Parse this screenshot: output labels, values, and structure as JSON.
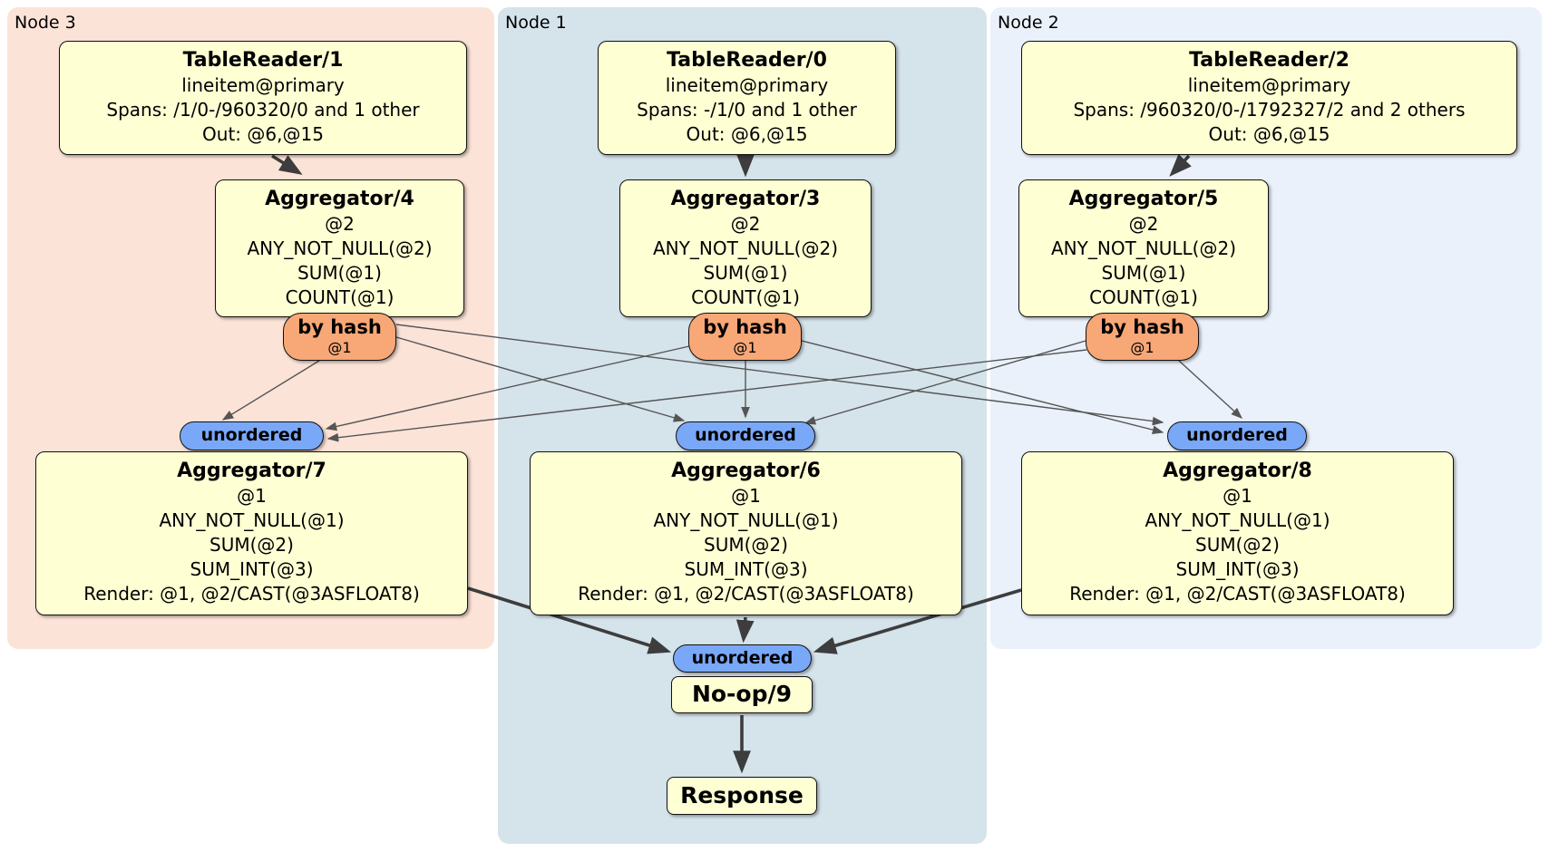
{
  "panels": {
    "node3": {
      "label": "Node 3"
    },
    "node1": {
      "label": "Node 1"
    },
    "node2": {
      "label": "Node 2"
    }
  },
  "processors": {
    "tr1": {
      "title": "TableReader/1",
      "lines": [
        "lineitem@primary",
        "Spans: /1/0-/960320/0 and 1 other",
        "Out: @6,@15"
      ]
    },
    "tr0": {
      "title": "TableReader/0",
      "lines": [
        "lineitem@primary",
        "Spans: -/1/0 and 1 other",
        "Out: @6,@15"
      ]
    },
    "tr2": {
      "title": "TableReader/2",
      "lines": [
        "lineitem@primary",
        "Spans: /960320/0-/1792327/2 and 2 others",
        "Out: @6,@15"
      ]
    },
    "agg4": {
      "title": "Aggregator/4",
      "lines": [
        "@2",
        "ANY_NOT_NULL(@2)",
        "SUM(@1)",
        "COUNT(@1)"
      ]
    },
    "agg3": {
      "title": "Aggregator/3",
      "lines": [
        "@2",
        "ANY_NOT_NULL(@2)",
        "SUM(@1)",
        "COUNT(@1)"
      ]
    },
    "agg5": {
      "title": "Aggregator/5",
      "lines": [
        "@2",
        "ANY_NOT_NULL(@2)",
        "SUM(@1)",
        "COUNT(@1)"
      ]
    },
    "agg7": {
      "title": "Aggregator/7",
      "lines": [
        "@1",
        "ANY_NOT_NULL(@1)",
        "SUM(@2)",
        "SUM_INT(@3)",
        "Render: @1, @2/CAST(@3ASFLOAT8)"
      ]
    },
    "agg6": {
      "title": "Aggregator/6",
      "lines": [
        "@1",
        "ANY_NOT_NULL(@1)",
        "SUM(@2)",
        "SUM_INT(@3)",
        "Render: @1, @2/CAST(@3ASFLOAT8)"
      ]
    },
    "agg8": {
      "title": "Aggregator/8",
      "lines": [
        "@1",
        "ANY_NOT_NULL(@1)",
        "SUM(@2)",
        "SUM_INT(@3)",
        "Render: @1, @2/CAST(@3ASFLOAT8)"
      ]
    },
    "noop": {
      "title": "No-op/9"
    },
    "response": {
      "title": "Response"
    }
  },
  "router": {
    "label": "by hash",
    "column": "@1"
  },
  "sync": {
    "label": "unordered"
  },
  "colors": {
    "node3-bg": "#fce3d7",
    "node1-bg": "#d5e3eb",
    "node2-bg": "#eaf1fa",
    "box-fill": "#ffffd4",
    "router-fill": "#f8a777",
    "sync-fill": "#7aa8f8",
    "edge-thin": "#555555",
    "edge-thick": "#3d3d3d"
  }
}
